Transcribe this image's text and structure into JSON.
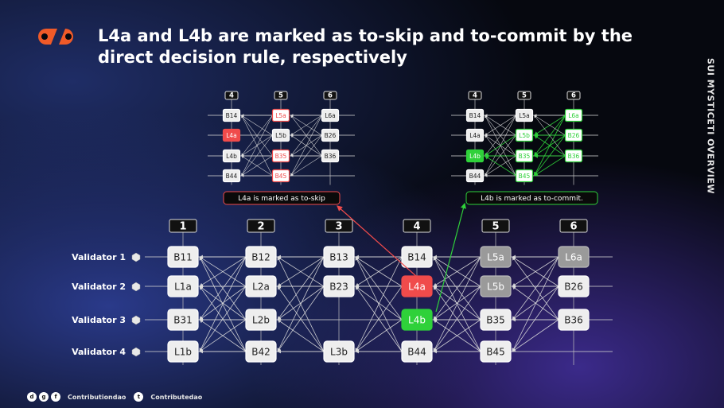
{
  "title": "L4a and L4b are marked as to-skip and to-commit by the direct decision rule, respectively",
  "side_label": "SUI MYSTICETI OVERVIEW",
  "footer": {
    "handle1": "Contributiondao",
    "handle2": "Contributedao"
  },
  "colors": {
    "red": "#f04b4b",
    "green": "#2fd13a",
    "gray": "#9a9a9a",
    "light": "#eeeeee",
    "dark_gray": "#7a7a7a",
    "logo_orange": "#f05a28"
  },
  "main": {
    "rounds": [
      "1",
      "2",
      "3",
      "4",
      "5",
      "6"
    ],
    "validators": [
      "Validator 1",
      "Validator 2",
      "Validator 3",
      "Validator 4"
    ],
    "blocks": [
      {
        "id": "B11",
        "r": 0,
        "v": 0,
        "s": "light"
      },
      {
        "id": "L1a",
        "r": 0,
        "v": 1,
        "s": "light"
      },
      {
        "id": "B31",
        "r": 0,
        "v": 2,
        "s": "light"
      },
      {
        "id": "L1b",
        "r": 0,
        "v": 3,
        "s": "light"
      },
      {
        "id": "B12",
        "r": 1,
        "v": 0,
        "s": "light"
      },
      {
        "id": "L2a",
        "r": 1,
        "v": 1,
        "s": "light"
      },
      {
        "id": "L2b",
        "r": 1,
        "v": 2,
        "s": "light"
      },
      {
        "id": "B42",
        "r": 1,
        "v": 3,
        "s": "light"
      },
      {
        "id": "B13",
        "r": 2,
        "v": 0,
        "s": "light"
      },
      {
        "id": "B23",
        "r": 2,
        "v": 1,
        "s": "light"
      },
      {
        "id": "L3b",
        "r": 2,
        "v": 3,
        "s": "light"
      },
      {
        "id": "B14",
        "r": 3,
        "v": 0,
        "s": "light"
      },
      {
        "id": "L4a",
        "r": 3,
        "v": 1,
        "s": "red"
      },
      {
        "id": "L4b",
        "r": 3,
        "v": 2,
        "s": "green"
      },
      {
        "id": "B44",
        "r": 3,
        "v": 3,
        "s": "light"
      },
      {
        "id": "L5a",
        "r": 4,
        "v": 0,
        "s": "gray"
      },
      {
        "id": "L5b",
        "r": 4,
        "v": 1,
        "s": "gray"
      },
      {
        "id": "B35",
        "r": 4,
        "v": 2,
        "s": "light"
      },
      {
        "id": "B45",
        "r": 4,
        "v": 3,
        "s": "light"
      },
      {
        "id": "L6a",
        "r": 5,
        "v": 0,
        "s": "gray"
      },
      {
        "id": "B26",
        "r": 5,
        "v": 1,
        "s": "light"
      },
      {
        "id": "B36",
        "r": 5,
        "v": 2,
        "s": "light"
      }
    ]
  },
  "insets": [
    {
      "caption": "L4a is marked as to-skip",
      "mode": "red",
      "rounds": [
        "4",
        "5",
        "6"
      ],
      "blocks": [
        {
          "id": "B14",
          "r": 0,
          "v": 0,
          "s": "light"
        },
        {
          "id": "L4a",
          "r": 0,
          "v": 1,
          "s": "red"
        },
        {
          "id": "L4b",
          "r": 0,
          "v": 2,
          "s": "light"
        },
        {
          "id": "B44",
          "r": 0,
          "v": 3,
          "s": "light"
        },
        {
          "id": "L5a",
          "r": 1,
          "v": 0,
          "s": "red_outline"
        },
        {
          "id": "L5b",
          "r": 1,
          "v": 1,
          "s": "light"
        },
        {
          "id": "B35",
          "r": 1,
          "v": 2,
          "s": "red_outline"
        },
        {
          "id": "B45",
          "r": 1,
          "v": 3,
          "s": "red_outline"
        },
        {
          "id": "L6a",
          "r": 2,
          "v": 0,
          "s": "light"
        },
        {
          "id": "B26",
          "r": 2,
          "v": 1,
          "s": "light"
        },
        {
          "id": "B36",
          "r": 2,
          "v": 2,
          "s": "light"
        }
      ]
    },
    {
      "caption": "L4b is marked as to-commit.",
      "mode": "green",
      "rounds": [
        "4",
        "5",
        "6"
      ],
      "blocks": [
        {
          "id": "B14",
          "r": 0,
          "v": 0,
          "s": "light"
        },
        {
          "id": "L4a",
          "r": 0,
          "v": 1,
          "s": "light"
        },
        {
          "id": "L4b",
          "r": 0,
          "v": 2,
          "s": "green"
        },
        {
          "id": "B44",
          "r": 0,
          "v": 3,
          "s": "light"
        },
        {
          "id": "L5a",
          "r": 1,
          "v": 0,
          "s": "light"
        },
        {
          "id": "L5b",
          "r": 1,
          "v": 1,
          "s": "green_outline"
        },
        {
          "id": "B35",
          "r": 1,
          "v": 2,
          "s": "green_outline"
        },
        {
          "id": "B45",
          "r": 1,
          "v": 3,
          "s": "green_outline"
        },
        {
          "id": "L6a",
          "r": 2,
          "v": 0,
          "s": "green_outline"
        },
        {
          "id": "B26",
          "r": 2,
          "v": 1,
          "s": "green_outline"
        },
        {
          "id": "B36",
          "r": 2,
          "v": 2,
          "s": "green_outline"
        }
      ]
    }
  ]
}
